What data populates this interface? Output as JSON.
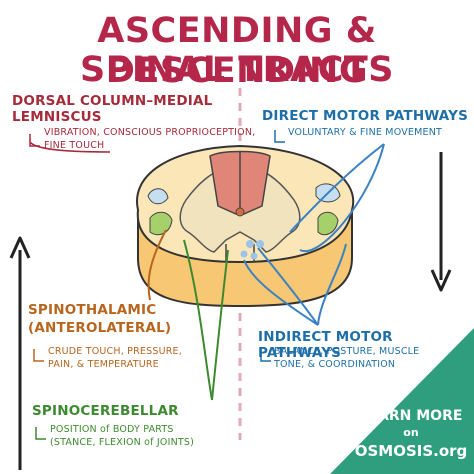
{
  "title": {
    "line1": "ASCENDING & DESCENDING",
    "line2": "SPINAL TRACTS"
  },
  "dcml": {
    "heading_line1": "DORSAL COLUMN–MEDIAL",
    "heading_line2": "LEMNISCUS",
    "desc_line1": "VIBRATION, CONSCIOUS PROPRIOCEPTION,",
    "desc_line2": "FINE TOUCH",
    "color": "#a62b3a"
  },
  "direct_motor": {
    "heading": "DIRECT MOTOR PATHWAYS",
    "desc": "VOLUNTARY & FINE MOVEMENT",
    "color": "#1e6fa8"
  },
  "spinothalamic": {
    "heading_line1": "SPINOTHALAMIC",
    "heading_line2": "(ANTEROLATERAL)",
    "desc_line1": "CRUDE TOUCH, PRESSURE,",
    "desc_line2": "PAIN, & TEMPERATURE",
    "color": "#b8651e"
  },
  "indirect_motor": {
    "heading": "INDIRECT MOTOR PATHWAYS",
    "desc_line1": "BALANCE, POSTURE, MUSCLE",
    "desc_line2": "TONE, & COORDINATION",
    "color": "#1e6fa8"
  },
  "spinocerebellar": {
    "heading": "SPINOCEREBELLAR",
    "desc_line1": "POSITION of BODY PARTS",
    "desc_line2": "(STANCE, FLEXION of JOINTS)",
    "color": "#3c8a2e"
  },
  "promo": {
    "line1": "LEARN MORE",
    "line2": "on",
    "line3": "OSMOSIS.org",
    "color": "#2e9e7e"
  },
  "icons": [
    "up-arrow-icon",
    "down-arrow-icon",
    "spinal-cord-cross-section"
  ]
}
